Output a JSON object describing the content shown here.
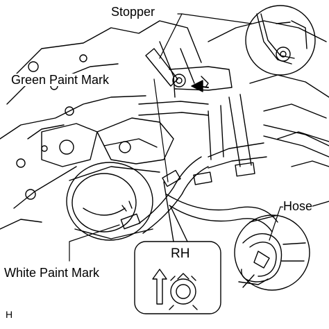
{
  "labels": {
    "stopper": "Stopper",
    "green_paint_mark": "Green Paint Mark",
    "hose": "Hose",
    "white_paint_mark": "White Paint Mark",
    "rh": "RH",
    "figure_code": "H"
  },
  "colors": {
    "line": "#000000",
    "background": "#ffffff"
  }
}
